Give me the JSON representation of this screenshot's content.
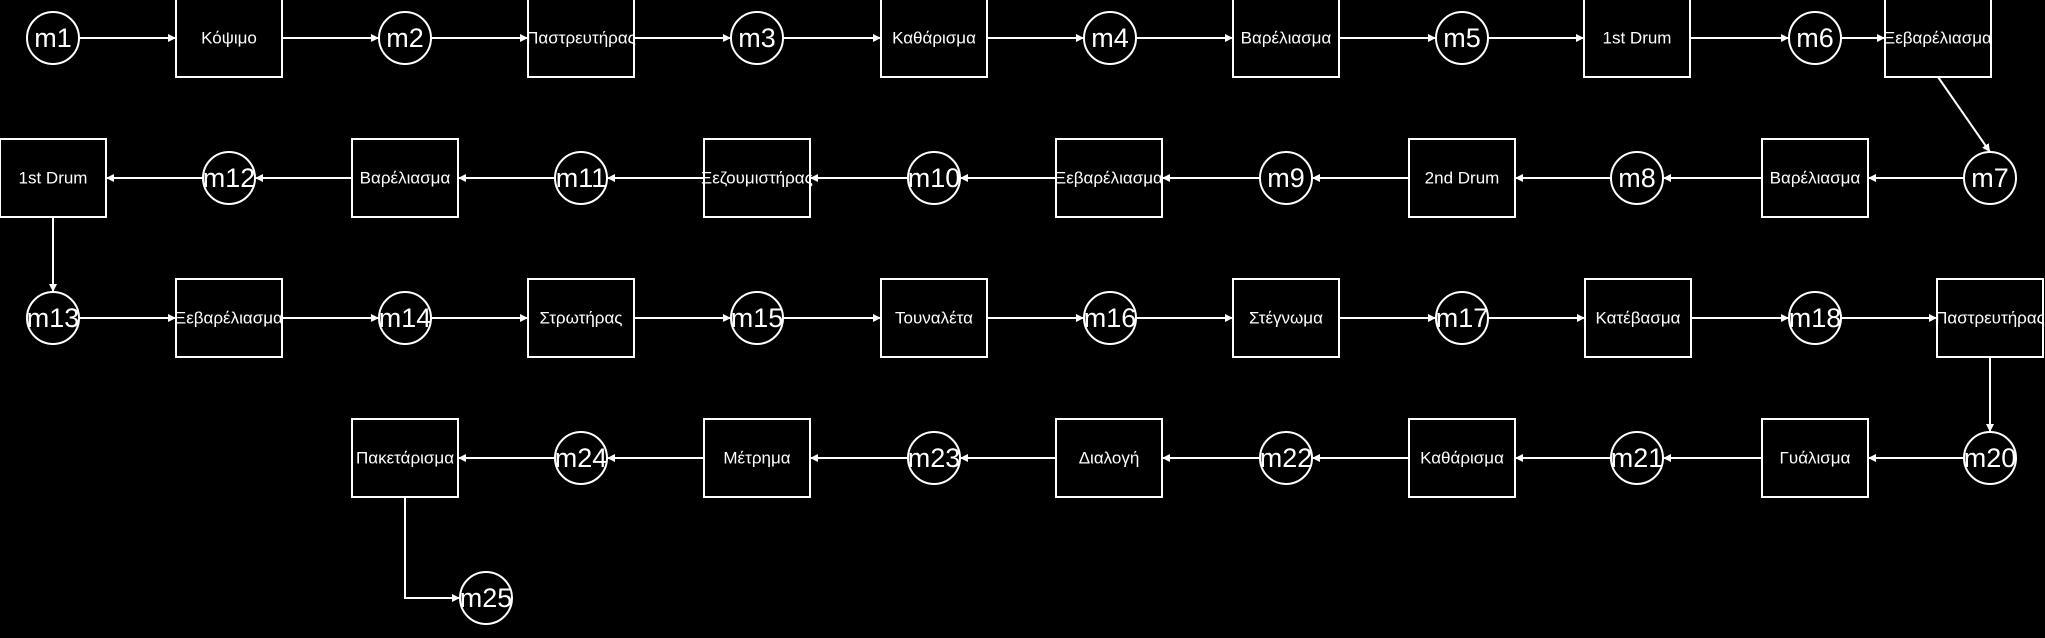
{
  "colors": {
    "background": "#000000",
    "stroke": "#ffffff",
    "text": "#ffffff"
  },
  "nodes": {
    "m1": "m1",
    "m2": "m2",
    "m3": "m3",
    "m4": "m4",
    "m5": "m5",
    "m6": "m6",
    "m7": "m7",
    "m8": "m8",
    "m9": "m9",
    "m10": "m10",
    "m11": "m11",
    "m12": "m12",
    "m13": "m13",
    "m14": "m14",
    "m15": "m15",
    "m16": "m16",
    "m17": "m17",
    "m18": "m18",
    "m19": "m20",
    "m20": "m21",
    "m21": "m22",
    "m22": "m23",
    "m23": "m24",
    "m24": "m25",
    "p1": "Κόψιμο",
    "p2": "Παστρευτήρας",
    "p3": "Καθάρισμα",
    "p4": "Βαρέλιασμα",
    "p5": "1st Drum",
    "p6": "Ξεβαρέλιασμα",
    "p7": "Βαρέλιασμα",
    "p8": "2nd Drum",
    "p9": "Ξεβαρέλιασμα",
    "p10": "Ξεζουμιστήρας",
    "p11": "Βαρέλιασμα",
    "p12": "1st Drum",
    "p13": "Ξεβαρέλιασμα",
    "p14": "Στρωτήρας",
    "p15": "Τουναλέτα",
    "p16": "Στέγνωμα",
    "p17": "Κατέβασμα",
    "p18": "Παστρευτήρας",
    "p19": "Γυάλισμα",
    "p20": "Καθάρισμα",
    "p21": "Διαλογή",
    "p22": "Μέτρημα",
    "p23": "Πακετάρισμα"
  },
  "edges": [
    [
      "m1",
      "p1"
    ],
    [
      "p1",
      "m2"
    ],
    [
      "m2",
      "p2"
    ],
    [
      "p2",
      "m3"
    ],
    [
      "m3",
      "p3"
    ],
    [
      "p3",
      "m4"
    ],
    [
      "m4",
      "p4"
    ],
    [
      "p4",
      "m5"
    ],
    [
      "m5",
      "p5"
    ],
    [
      "p5",
      "m6"
    ],
    [
      "m6",
      "p6"
    ],
    [
      "p6",
      "m7"
    ],
    [
      "m7",
      "p7"
    ],
    [
      "p7",
      "m8"
    ],
    [
      "m8",
      "p8"
    ],
    [
      "p8",
      "m9"
    ],
    [
      "m9",
      "p9"
    ],
    [
      "p9",
      "m10"
    ],
    [
      "m10",
      "p10"
    ],
    [
      "p10",
      "m11"
    ],
    [
      "m11",
      "p11"
    ],
    [
      "p11",
      "m12"
    ],
    [
      "m12",
      "p12"
    ],
    [
      "p12",
      "m13"
    ],
    [
      "m13",
      "p13"
    ],
    [
      "p13",
      "m14"
    ],
    [
      "m14",
      "p14"
    ],
    [
      "p14",
      "m15"
    ],
    [
      "m15",
      "p15"
    ],
    [
      "p15",
      "m16"
    ],
    [
      "m16",
      "p16"
    ],
    [
      "p16",
      "m17"
    ],
    [
      "m17",
      "p17"
    ],
    [
      "p17",
      "m18"
    ],
    [
      "m18",
      "p18"
    ],
    [
      "p18",
      "m19"
    ],
    [
      "m19",
      "p19"
    ],
    [
      "p19",
      "m20"
    ],
    [
      "m20",
      "p20"
    ],
    [
      "p20",
      "m21"
    ],
    [
      "m21",
      "p21"
    ],
    [
      "p21",
      "m22"
    ],
    [
      "m22",
      "p22"
    ],
    [
      "p22",
      "m23"
    ],
    [
      "m23",
      "p23"
    ],
    [
      "p23",
      "m24"
    ]
  ]
}
